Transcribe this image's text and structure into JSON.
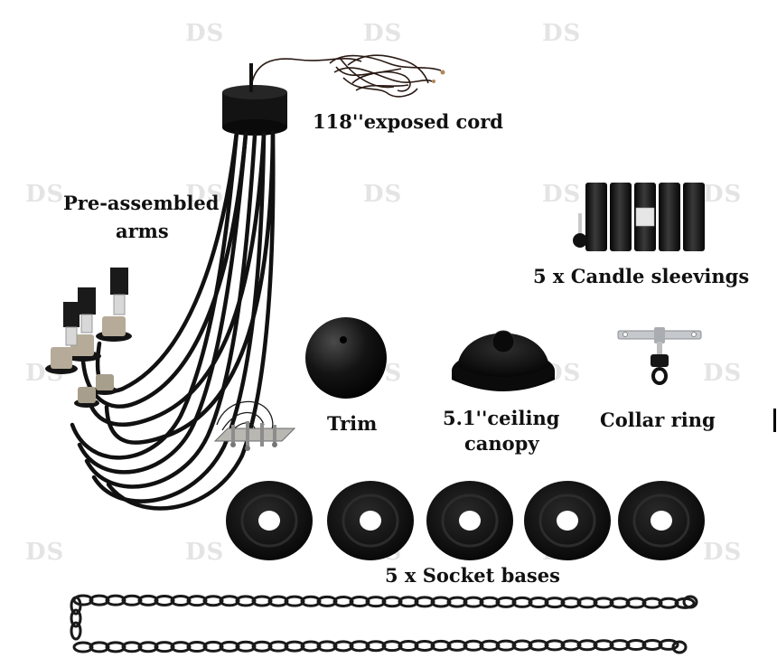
{
  "watermark": "DS",
  "labels": {
    "exposed_cord": "118''exposed cord",
    "arms_line1": "Pre-assembled",
    "arms_line2": "arms",
    "candle_sleevings": "5 x Candle sleevings",
    "trim": "Trim",
    "canopy_line1": "5.1''ceiling",
    "canopy_line2": "canopy",
    "collar_ring": "Collar ring",
    "socket_bases": "5 x Socket bases"
  },
  "colors": {
    "part_black": "#111111",
    "metal": "#b9b3a8",
    "watermark": "#e4e4e4",
    "text": "#111111"
  }
}
